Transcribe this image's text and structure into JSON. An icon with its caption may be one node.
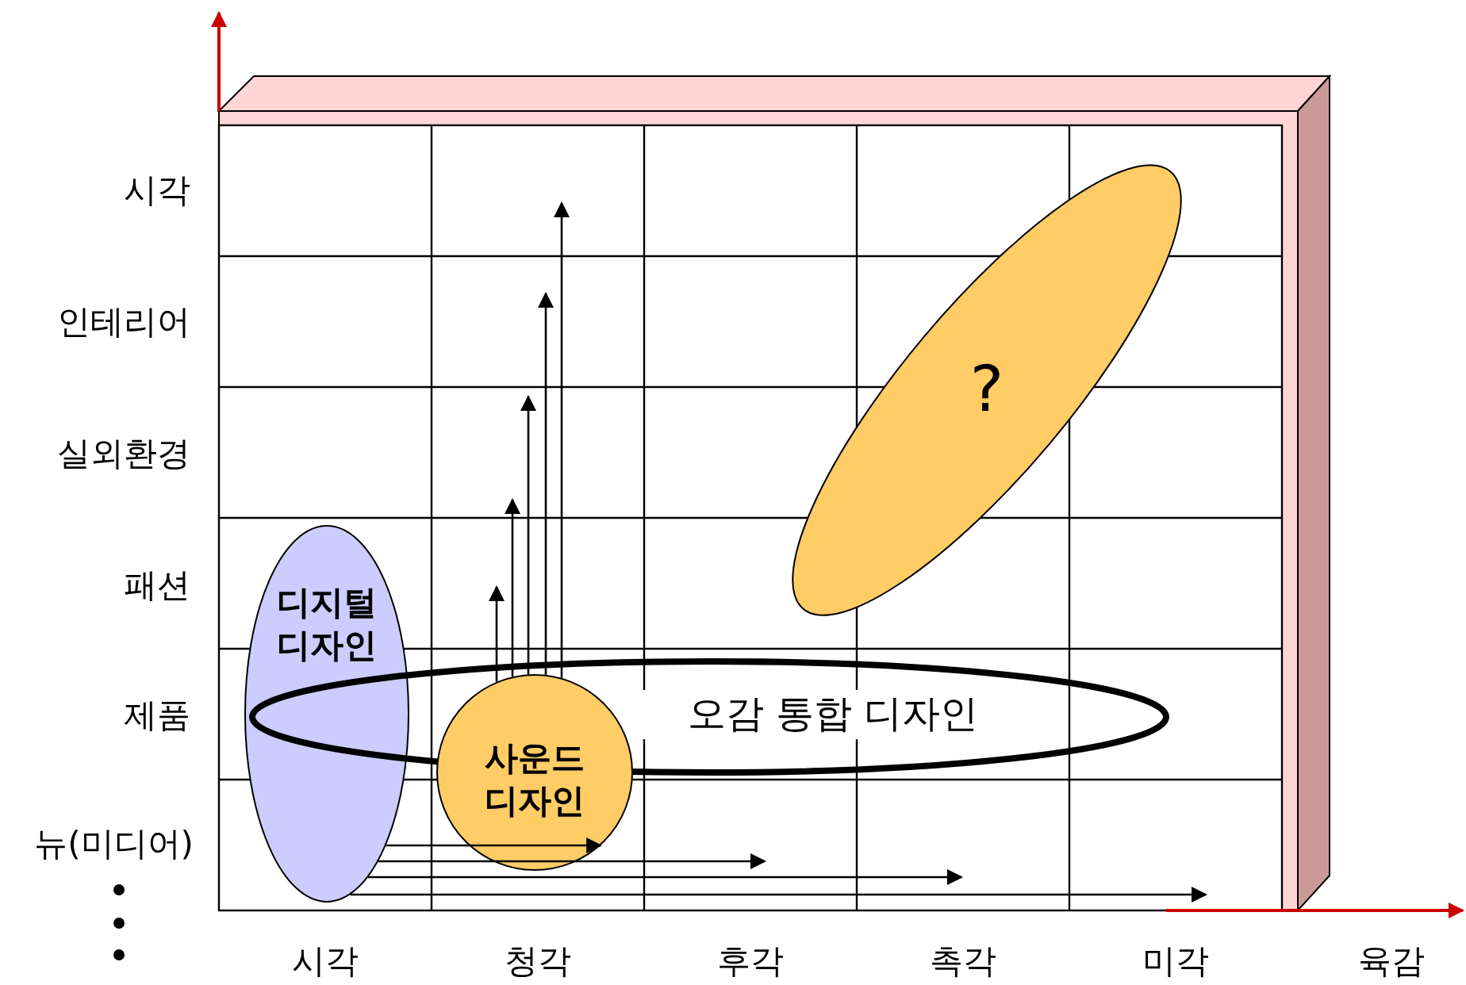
{
  "diagram": {
    "nodes": [
      {
        "text": [
          "디지털 디자인"
        ]
      },
      {
        "text": [
          "사운드 디자인"
        ]
      },
      {
        "text": [
          "오감 통합 디자인"
        ]
      },
      {
        "text": [
          "?"
        ]
      }
    ],
    "edges": [
      {
        "from": 1,
        "to": null,
        "arrow": "to"
      },
      {
        "from": 1,
        "to": null,
        "arrow": "to"
      },
      {
        "from": 1,
        "to": null,
        "arrow": "to"
      },
      {
        "from": 1,
        "to": null,
        "arrow": "to"
      },
      {
        "from": 1,
        "to": null,
        "arrow": "to"
      },
      {
        "from": 0,
        "to": 1,
        "arrow": "to"
      },
      {
        "from": 0,
        "to": null,
        "arrow": "to"
      },
      {
        "from": 0,
        "to": null,
        "arrow": "to"
      },
      {
        "from": 0,
        "to": null,
        "arrow": "to"
      }
    ],
    "labels": [
      "시각",
      "인테리어",
      "실외환경",
      "패션",
      "제품",
      "뉴(미디어)",
      "시각",
      "청각",
      "후각",
      "촉각",
      "미각",
      "육감"
    ]
  }
}
